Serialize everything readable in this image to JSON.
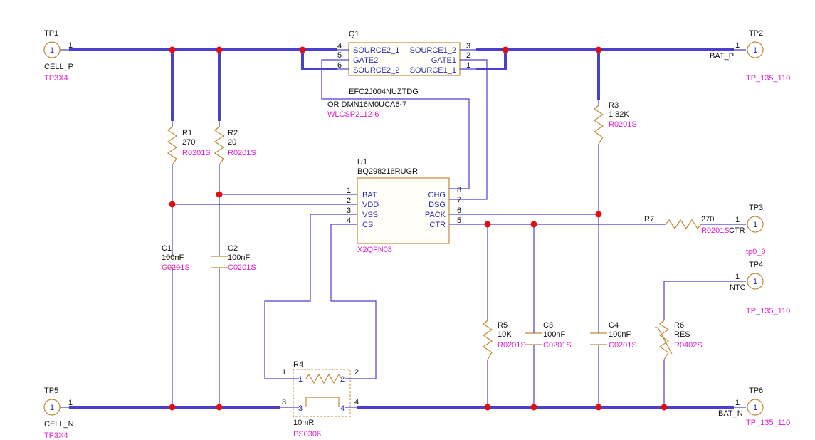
{
  "header": {
    "partial_text": ""
  },
  "test_points": {
    "tp1": {
      "ref": "TP1",
      "pin": "1",
      "net": "CELL_P",
      "footprint": "TP3X4",
      "circle_label": "1"
    },
    "tp2": {
      "ref": "TP2",
      "pin": "1",
      "net": "BAT_P",
      "footprint": "TP_135_110",
      "circle_label": "1"
    },
    "tp3": {
      "ref": "TP3",
      "pin": "1",
      "net": "CTR",
      "footprint": "tp0_8",
      "circle_label": "1"
    },
    "tp4": {
      "ref": "TP4",
      "pin": "1",
      "net": "NTC",
      "footprint": "TP_135_110",
      "circle_label": "1"
    },
    "tp5": {
      "ref": "TP5",
      "pin": "1",
      "net": "CELL_N",
      "footprint": "TP3X4",
      "circle_label": "1"
    },
    "tp6": {
      "ref": "TP6",
      "pin": "1",
      "net": "BAT_N",
      "footprint": "TP_135_110",
      "circle_label": "1"
    }
  },
  "q1": {
    "ref": "Q1",
    "part": "EFC2J004NUZTDG",
    "alt": "OR DMN16M0UCA6-7",
    "footprint": "WLCSP2112-6",
    "pins_left": [
      {
        "num": "4",
        "name": "SOURCE2_1"
      },
      {
        "num": "5",
        "name": "GATE2"
      },
      {
        "num": "6",
        "name": "SOURCE2_2"
      }
    ],
    "pins_right": [
      {
        "num": "3",
        "name": "SOURCE1_2"
      },
      {
        "num": "2",
        "name": "GATE1"
      },
      {
        "num": "1",
        "name": "SOURCE1_1"
      }
    ]
  },
  "u1": {
    "ref": "U1",
    "part": "BQ298216RUGR",
    "footprint": "X2QFN08",
    "pins_left": [
      {
        "num": "1",
        "name": "BAT"
      },
      {
        "num": "2",
        "name": "VDD"
      },
      {
        "num": "3",
        "name": "VSS"
      },
      {
        "num": "4",
        "name": "CS"
      }
    ],
    "pins_right": [
      {
        "num": "8",
        "name": "CHG"
      },
      {
        "num": "7",
        "name": "DSG"
      },
      {
        "num": "6",
        "name": "PACK"
      },
      {
        "num": "5",
        "name": "CTR"
      }
    ]
  },
  "resistors": {
    "r1": {
      "ref": "R1",
      "value": "270",
      "footprint": "R0201S"
    },
    "r2": {
      "ref": "R2",
      "value": "20",
      "footprint": "R0201S"
    },
    "r3": {
      "ref": "R3",
      "value": "1.82K",
      "footprint": "R0201S"
    },
    "r5": {
      "ref": "R5",
      "value": "10K",
      "footprint": "R0201S"
    },
    "r6": {
      "ref": "R6",
      "value": "RES",
      "footprint": "R0402S"
    },
    "r7": {
      "ref": "R7",
      "value": "270",
      "footprint": "R0201S"
    }
  },
  "r4": {
    "ref": "R4",
    "value": "10mR",
    "footprint": "PS0306",
    "outer_pins": [
      "1",
      "2",
      "3",
      "4"
    ],
    "inner_pins": [
      "1",
      "2",
      "3",
      "4"
    ]
  },
  "capacitors": {
    "c1": {
      "ref": "C1",
      "value": "100nF",
      "footprint": "C0201S"
    },
    "c2": {
      "ref": "C2",
      "value": "100nF",
      "footprint": "C0201S"
    },
    "c3": {
      "ref": "C3",
      "value": "100nF",
      "footprint": "C0201S"
    },
    "c4": {
      "ref": "C4",
      "value": "100nF",
      "footprint": "C0201S"
    }
  },
  "colors": {
    "wire": "#4a3fd0",
    "part_outline": "#c08a3a",
    "junction": "#e01010",
    "footprint_text": "#e020d0",
    "pin_name_text": "#2a2ab0"
  }
}
